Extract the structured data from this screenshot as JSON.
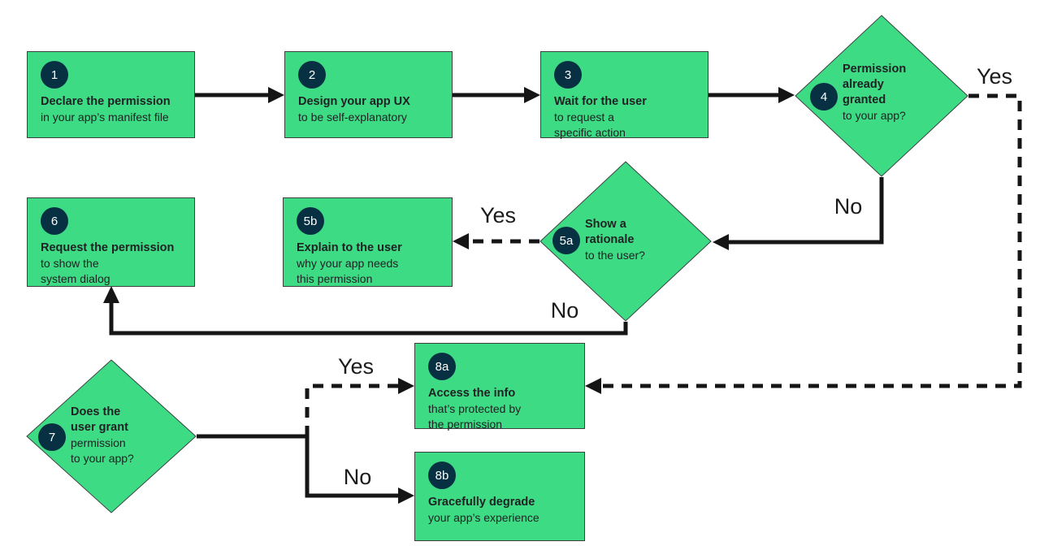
{
  "colors": {
    "node_green": "#3ddc84",
    "badge_navy": "#073042",
    "line_black": "#151515",
    "text_dark": "#202124"
  },
  "nodes": {
    "n1": {
      "badge": "1",
      "title": "Declare the permission",
      "subtitle": "in your app’s manifest file"
    },
    "n2": {
      "badge": "2",
      "title": "Design your app UX",
      "subtitle": "to be self-explanatory"
    },
    "n3": {
      "badge": "3",
      "title": "Wait for the user",
      "subtitle": "to request a\nspecific action"
    },
    "n4": {
      "badge": "4",
      "title": "Permission\nalready\ngranted",
      "subtitle": "to your app?"
    },
    "n5a": {
      "badge": "5a",
      "title": "Show a\nrationale",
      "subtitle": "to the user?"
    },
    "n5b": {
      "badge": "5b",
      "title": "Explain to the user",
      "subtitle": "why your app needs\nthis permission"
    },
    "n6": {
      "badge": "6",
      "title": "Request the permission",
      "subtitle": "to show the\nsystem dialog"
    },
    "n7": {
      "badge": "7",
      "title": "Does the\nuser grant",
      "subtitle": "permission\nto your app?"
    },
    "n8a": {
      "badge": "8a",
      "title": "Access the info",
      "subtitle": "that’s protected by\nthe permission"
    },
    "n8b": {
      "badge": "8b",
      "title": "Gracefully degrade",
      "subtitle": "your app’s experience"
    }
  },
  "labels": {
    "yes_4": "Yes",
    "no_4": "No",
    "yes_5a": "Yes",
    "no_5a": "No",
    "yes_7": "Yes",
    "no_7": "No"
  },
  "edges": [
    {
      "from": "1",
      "to": "2",
      "style": "solid",
      "label": ""
    },
    {
      "from": "2",
      "to": "3",
      "style": "solid",
      "label": ""
    },
    {
      "from": "3",
      "to": "4",
      "style": "solid",
      "label": ""
    },
    {
      "from": "4",
      "to": "8a",
      "style": "dashed",
      "label": "Yes"
    },
    {
      "from": "4",
      "to": "5a",
      "style": "solid",
      "label": "No"
    },
    {
      "from": "5a",
      "to": "5b",
      "style": "dashed",
      "label": "Yes"
    },
    {
      "from": "5a",
      "to": "6",
      "style": "solid",
      "label": "No"
    },
    {
      "from": "5b",
      "to": "6",
      "style": "solid",
      "label": ""
    },
    {
      "from": "7",
      "to": "8a",
      "style": "dashed",
      "label": "Yes"
    },
    {
      "from": "7",
      "to": "8b",
      "style": "solid",
      "label": "No"
    }
  ]
}
